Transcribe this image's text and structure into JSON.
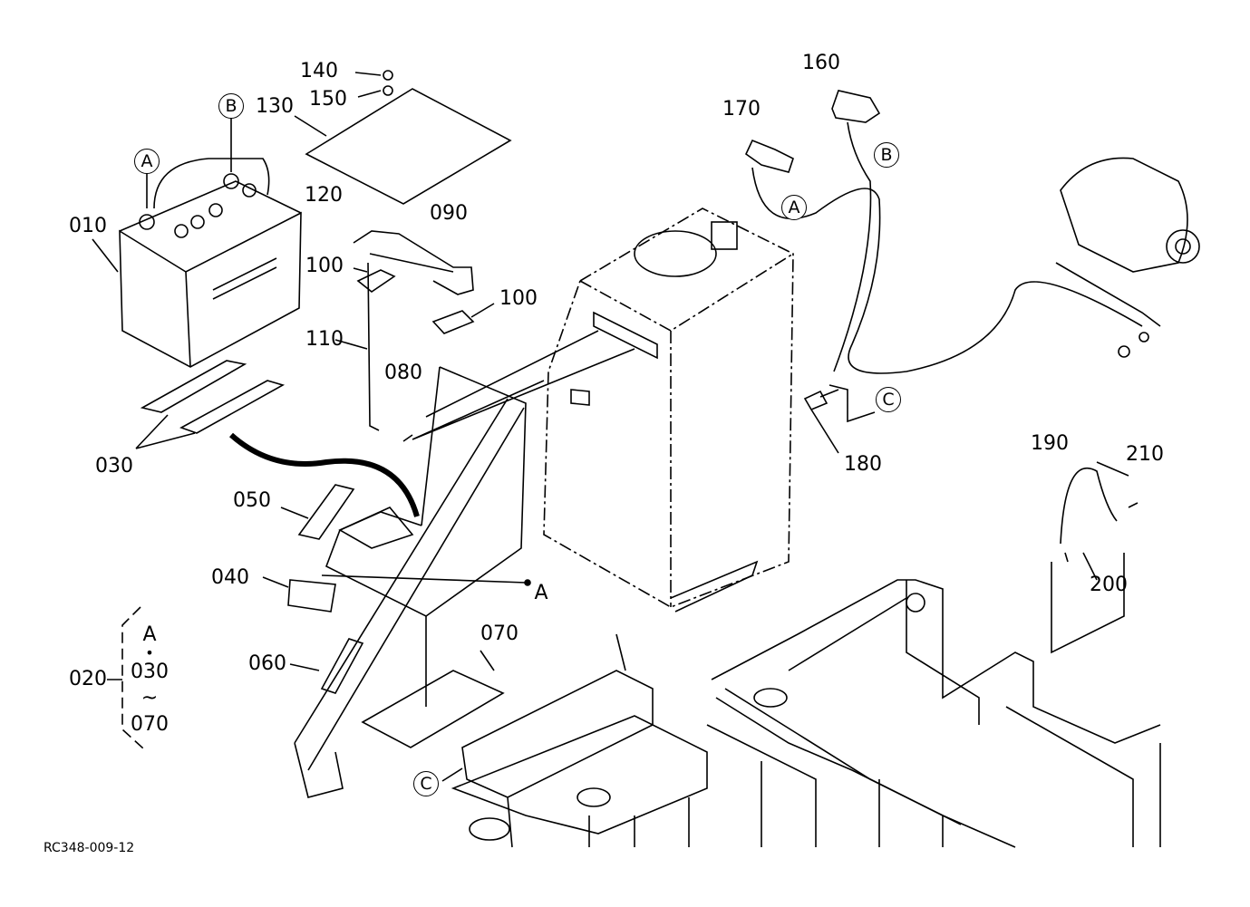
{
  "callouts": {
    "p140": "140",
    "p150": "150",
    "p130": "130",
    "p010": "010",
    "p120": "120",
    "p090": "090",
    "p100a": "100",
    "p100b": "100",
    "p110": "110",
    "p080": "080",
    "p030": "030",
    "p050": "050",
    "p040": "040",
    "p060": "060",
    "p070": "070",
    "p020": "020",
    "p170": "170",
    "p160": "160",
    "p180": "180",
    "p190": "190",
    "p210": "210",
    "p200": "200"
  },
  "refs": {
    "a1": "A",
    "b1": "B",
    "a2": "A",
    "b2": "B",
    "c1": "C",
    "c2": "C",
    "a_point": "A"
  },
  "group": {
    "top": "A",
    "dot": "•",
    "from": "030",
    "range": "~",
    "to": "070"
  },
  "drawing_code": "RC348-009-12"
}
